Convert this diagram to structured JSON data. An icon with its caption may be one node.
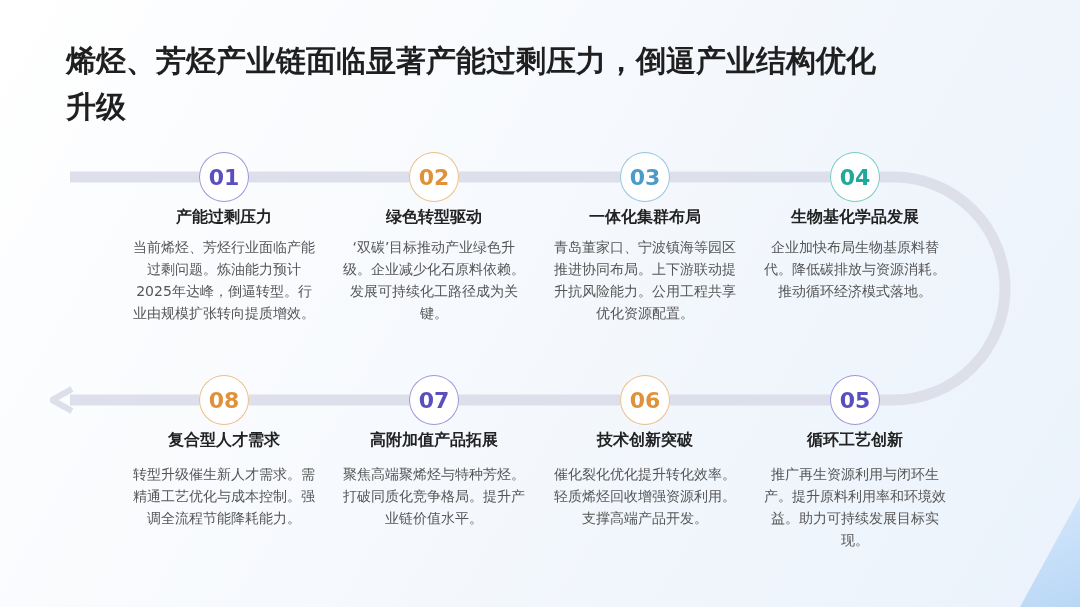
{
  "diagram": {
    "title": "烯烃、芳烃产业链面临显著产能过剩压力，倒逼产业结构优化升级",
    "nodes": [
      {
        "text": [
          "01"
        ],
        "beside": [
          "产能过剩压力",
          "当前烯烃、芳烃行业面临产能过剩问题。炼油能力预计2025年达峰，倒逼转型。行业由规模扩张转向提质增效。"
        ]
      },
      {
        "text": [
          "02"
        ],
        "beside": [
          "绿色转型驱动",
          "‘双碳’目标推动产业绿色升级。企业减少化石原料依赖。发展可持续化工路径成为关键。"
        ]
      },
      {
        "text": [
          "03"
        ],
        "beside": [
          "一体化集群布局",
          "青岛董家口、宁波镇海等园区推进协同布局。上下游联动提升抗风险能力。公用工程共享优化资源配置。"
        ]
      },
      {
        "text": [
          "04"
        ],
        "beside": [
          "生物基化学品发展",
          "企业加快布局生物基原料替代。降低碳排放与资源消耗。推动循环经济模式落地。"
        ]
      },
      {
        "text": [
          "05"
        ],
        "beside": [
          "循环工艺创新",
          "推广再生资源利用与闭环生产。提升原料利用率和环境效益。助力可持续发展目标实现。"
        ]
      },
      {
        "text": [
          "06"
        ],
        "beside": [
          "技术创新突破",
          "催化裂化优化提升转化效率。轻质烯烃回收增强资源利用。支撑高端产品开发。"
        ]
      },
      {
        "text": [
          "07"
        ],
        "beside": [
          "高附加值产品拓展",
          "聚焦高端聚烯烃与特种芳烃。打破同质化竞争格局。提升产业链价值水平。"
        ]
      },
      {
        "text": [
          "08"
        ],
        "beside": [
          "复合型人才需求",
          "转型升级催生新人才需求。需精通工艺优化与成本控制。强调全流程节能降耗能力。"
        ]
      }
    ],
    "edges": [
      {
        "from": null,
        "to": 0,
        "arrow": "none"
      },
      {
        "from": 0,
        "to": 1,
        "arrow": "none"
      },
      {
        "from": 1,
        "to": 2,
        "arrow": "none"
      },
      {
        "from": 2,
        "to": 3,
        "arrow": "none"
      },
      {
        "from": 3,
        "to": 4,
        "arrow": "none"
      },
      {
        "from": 4,
        "to": 5,
        "arrow": "none"
      },
      {
        "from": 5,
        "to": 6,
        "arrow": "none"
      },
      {
        "from": 6,
        "to": 7,
        "arrow": "none"
      },
      {
        "from": 7,
        "to": null,
        "arrow": "to"
      }
    ]
  }
}
